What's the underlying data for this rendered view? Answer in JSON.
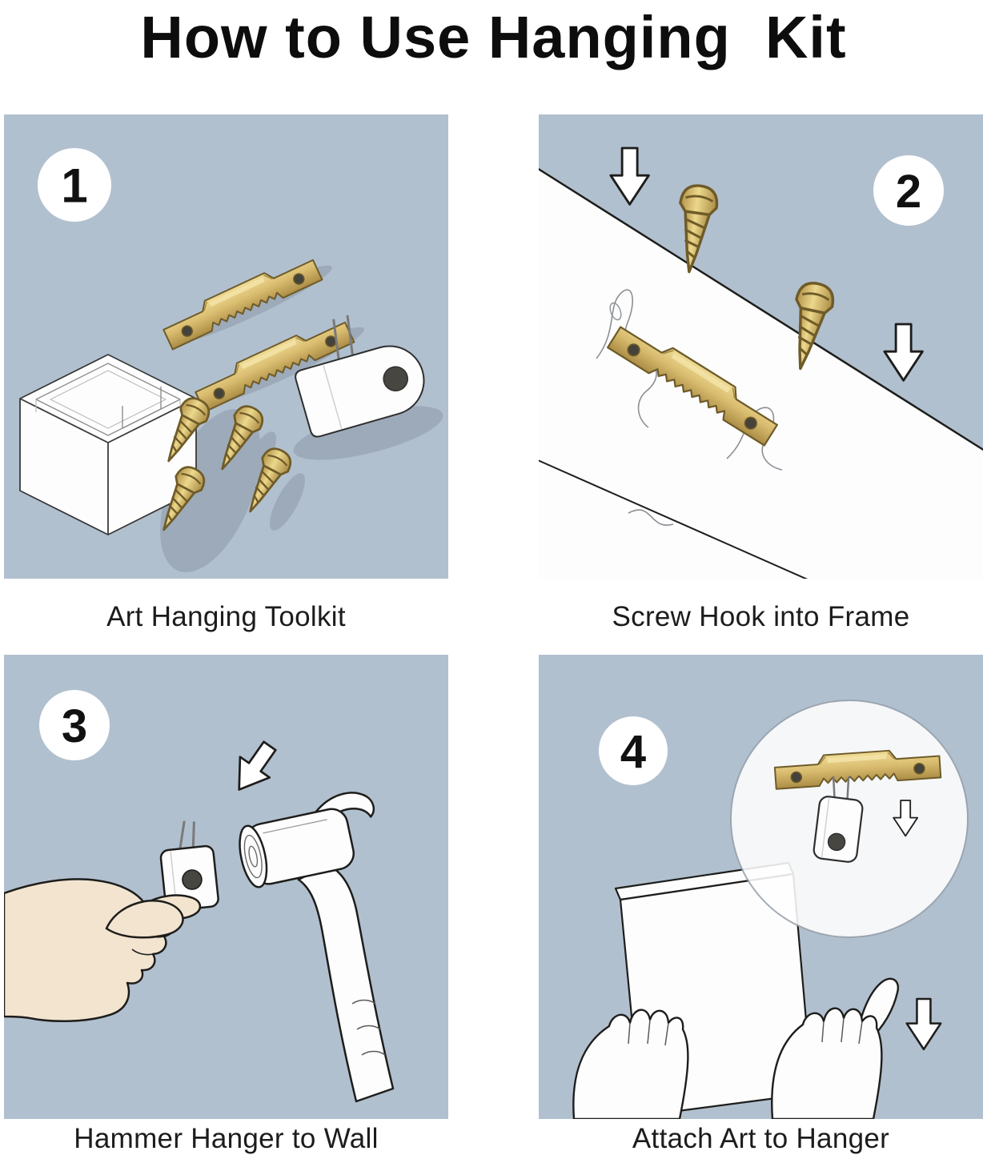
{
  "title": "How to Use Hanging  Kit",
  "panels": [
    {
      "number": "1",
      "caption": "Art Hanging Toolkit"
    },
    {
      "number": "2",
      "caption": "Screw Hook into Frame"
    },
    {
      "number": "3",
      "caption": "Hammer Hanger to Wall"
    },
    {
      "number": "4",
      "caption": "Attach Art to Hanger"
    }
  ],
  "colors": {
    "panel_background": "#b1c0cf",
    "brass": "#d8bb6e",
    "outline": "#1d1d1b",
    "shadow": "#8a96a4",
    "skin": "#f2e4cf",
    "white": "#ffffff"
  }
}
